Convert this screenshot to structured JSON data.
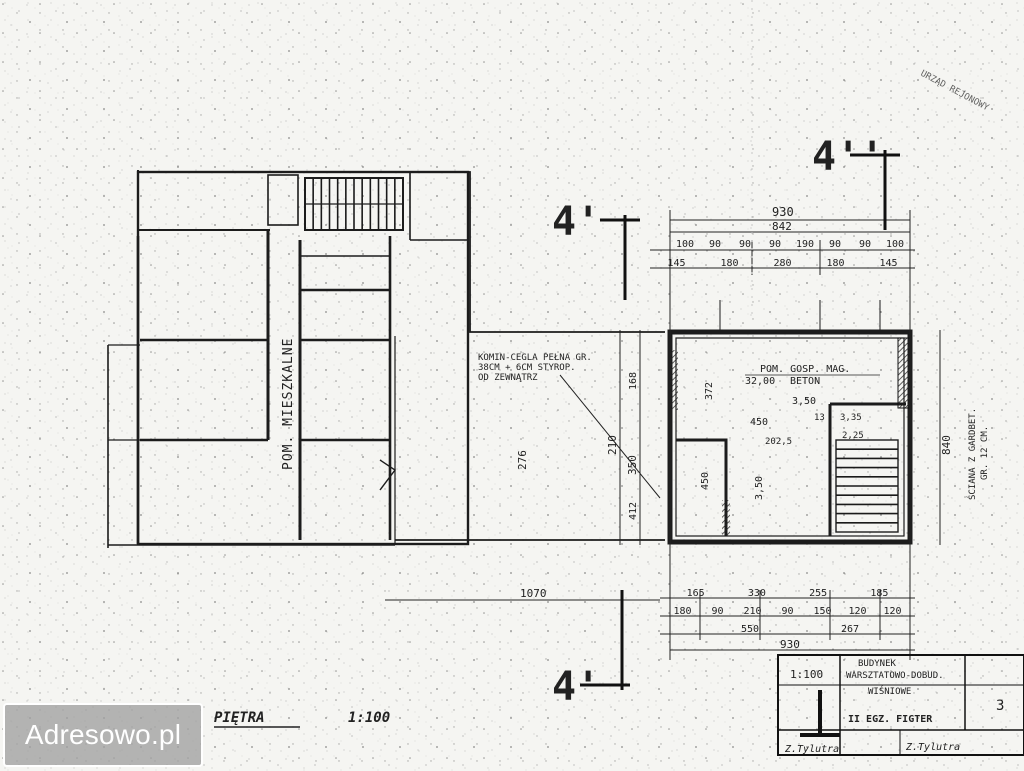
{
  "drawing": {
    "room_label": "POM. MIESZKALNE",
    "section_marks": [
      "4'",
      "4''",
      "4'"
    ],
    "chimney_note": [
      "KOMIN-CEGLA PEŁNA GR.",
      "38CM + 6CM STYROP.",
      "OD ZEWNĄTRZ"
    ],
    "room_name": "POM. GOSP. MAG.",
    "room_area": "32,00",
    "room_floor": "BETON",
    "garage_wall_note": [
      "ŚCIANA Z GARDBET.",
      "GR. 12 CM."
    ],
    "plan_caption": "PIĘTRA",
    "plan_scale": "1:100",
    "dims_top": [
      "930",
      "842"
    ],
    "dims_top_row": [
      "100",
      "90",
      "90",
      "90",
      "190",
      "90",
      "90",
      "100"
    ],
    "dims_top_row2": [
      "145",
      "180",
      "280",
      "180",
      "145"
    ],
    "dims_bottom": [
      "165",
      "330",
      "255",
      "185"
    ],
    "dims_bottom_row": [
      "180",
      "90",
      "210",
      "90",
      "150",
      "120",
      "120"
    ],
    "dims_bottom_row2": [
      "550",
      "267"
    ],
    "dim_930_bottom": "930",
    "dim_1070": "1070",
    "dim_840": "840",
    "dim_350": "350",
    "dim_210": "210",
    "dim_276": "276",
    "dim_168": "168",
    "dim_412": "412",
    "interior_dims": [
      "372",
      "450",
      "3,50",
      "450",
      "3,50",
      "202,5"
    ],
    "stair_dims": [
      "3,35",
      "2,25",
      "13"
    ],
    "title_block": {
      "scale": "1:100",
      "project": [
        "BUDYNEK",
        "WARSZTATOWO-DOBUD."
      ],
      "owner": "WIŚNIOWE",
      "sheet_no": "3",
      "copies": "II EGZ. FIGTER",
      "sign_left": "Z.Tylutra",
      "sign_right": "Z.Tylutra"
    },
    "stamp_text": "URZĄD REJONOWY"
  },
  "watermark": "Adresowo.pl"
}
